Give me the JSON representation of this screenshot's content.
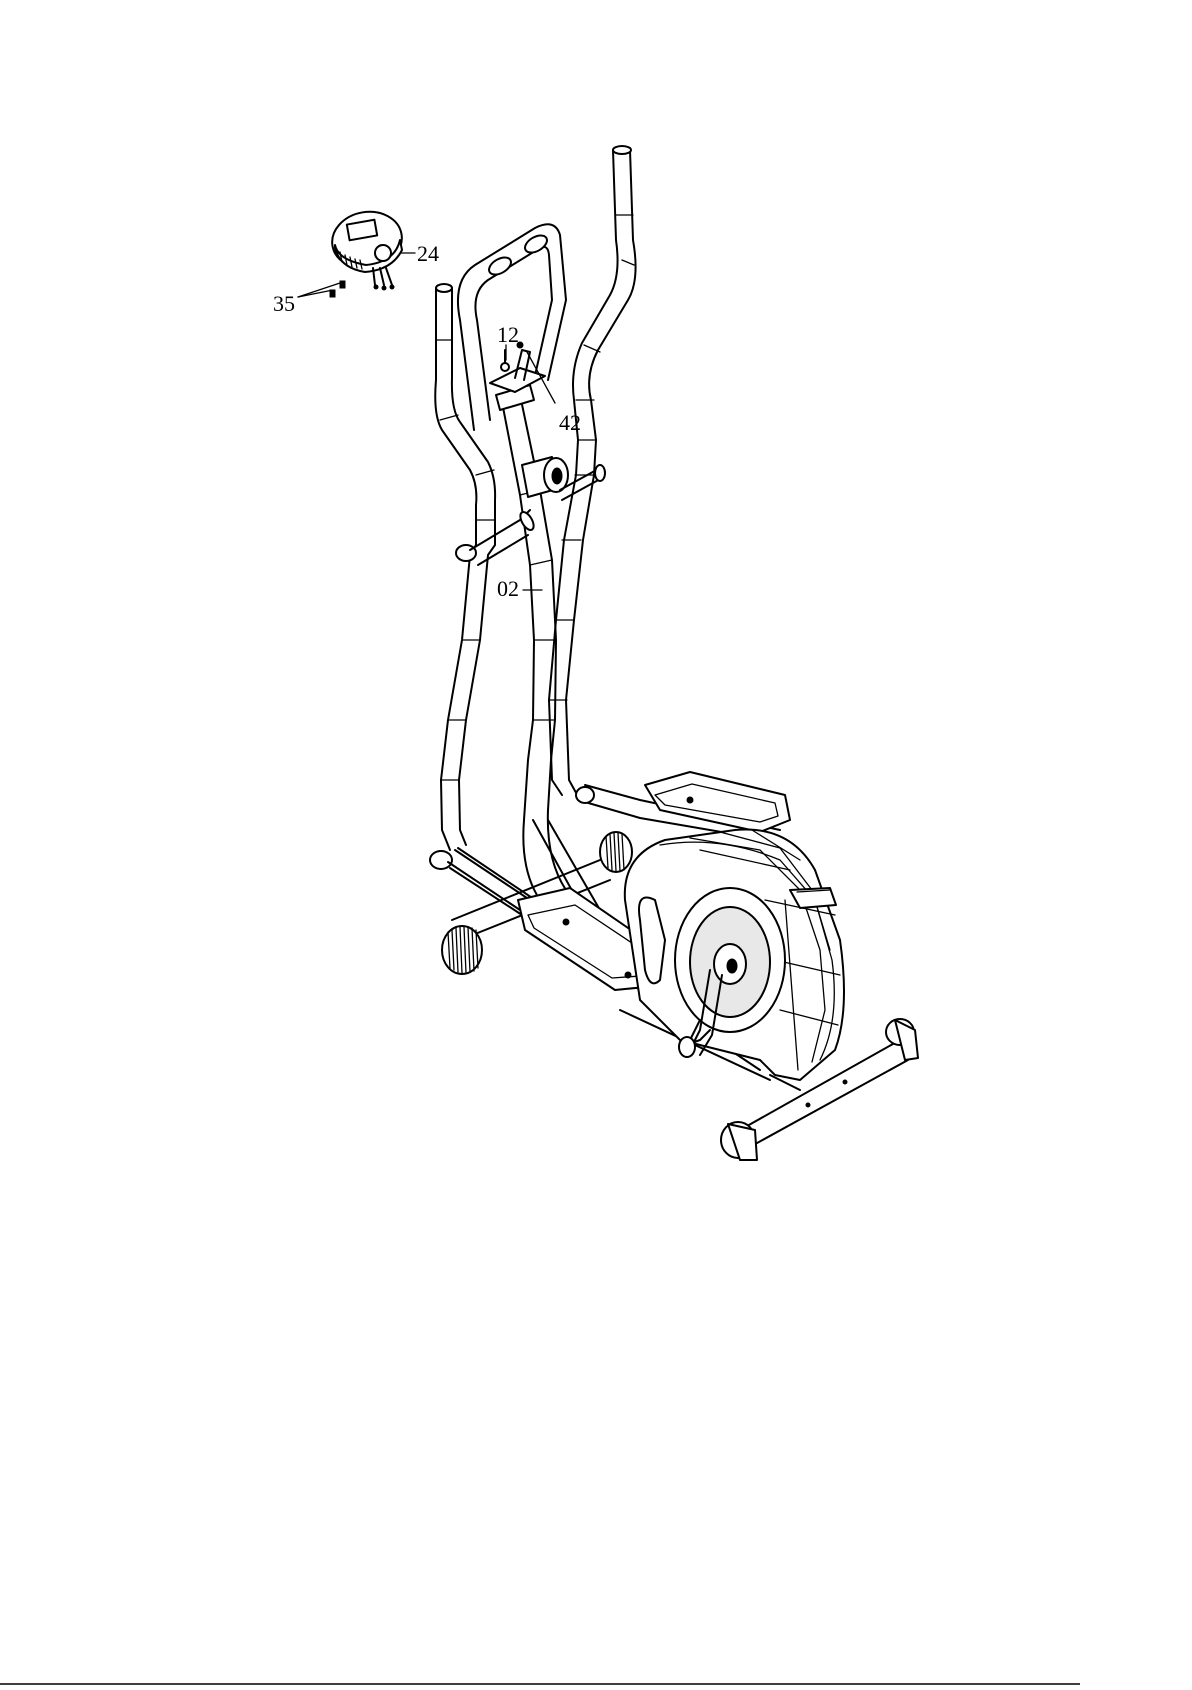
{
  "parts": [
    {
      "id": "console",
      "number": "24"
    },
    {
      "id": "screws",
      "number": "35"
    },
    {
      "id": "bolt",
      "number": "12"
    },
    {
      "id": "bracket",
      "number": "42"
    },
    {
      "id": "upright-post",
      "number": "02"
    }
  ]
}
